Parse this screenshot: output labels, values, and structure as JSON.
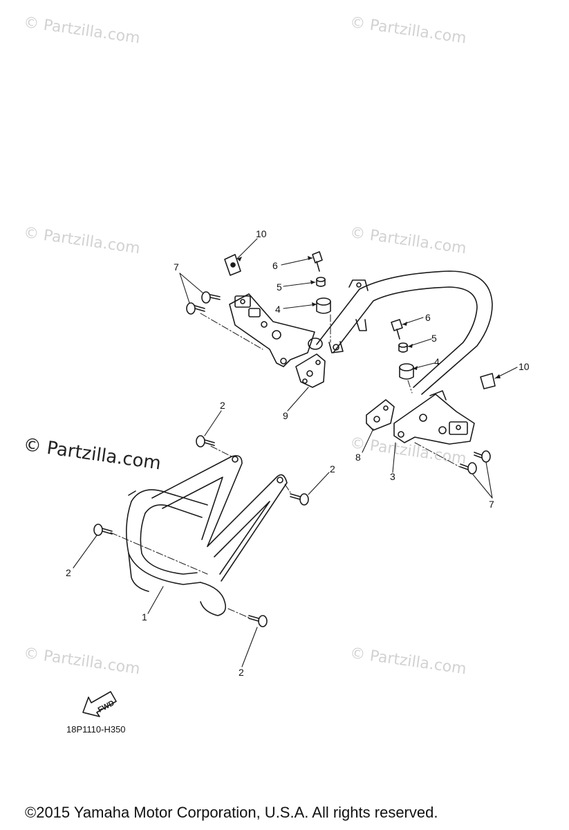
{
  "watermarks": {
    "small_text": "© Partzilla.com",
    "main_text": "© Partzilla.com"
  },
  "callouts": {
    "p1": "1",
    "p2": "2",
    "p3": "3",
    "p4": "4",
    "p5": "5",
    "p6": "6",
    "p7": "7",
    "p8": "8",
    "p9": "9",
    "p10": "10"
  },
  "fwd_label": "FWD",
  "drawing_code": "18P1110-H350",
  "copyright": "©2015  Yamaha Motor Corporation, U.S.A. All rights reserved.",
  "colors": {
    "line": "#1a1a1a",
    "watermark": "#d2d2d2"
  }
}
